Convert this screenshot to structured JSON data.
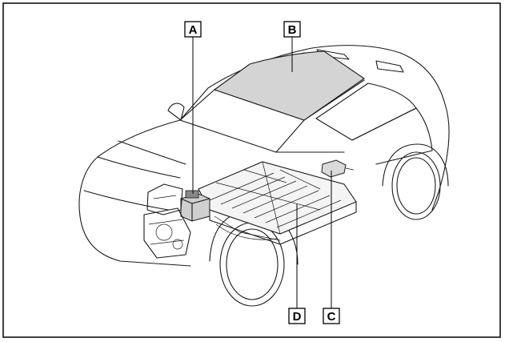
{
  "diagram": {
    "callouts": [
      {
        "id": "A",
        "text": "A"
      },
      {
        "id": "B",
        "text": "B"
      },
      {
        "id": "C",
        "text": "C"
      },
      {
        "id": "D",
        "text": "D"
      }
    ]
  }
}
